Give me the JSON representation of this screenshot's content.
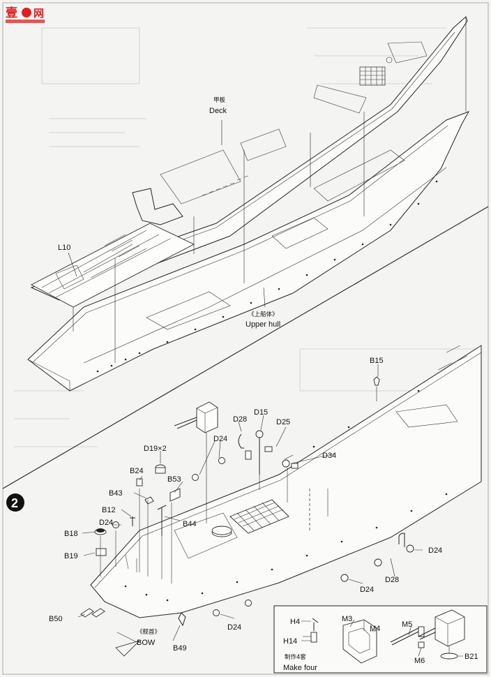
{
  "watermark": {
    "brand": "壹",
    "site": "网"
  },
  "upper": {
    "deck_cn": "甲板",
    "deck_en": "Deck",
    "upper_hull_cn": "《上船体》",
    "upper_hull_en": "Upper hull",
    "part_l10": "L10"
  },
  "step2": {
    "step_number": "2",
    "labels": {
      "b15": "B15",
      "d15": "D15",
      "d28_top": "D28",
      "d25": "D25",
      "d24_top": "D24",
      "d34": "D34",
      "d19": "D19×2",
      "b24": "B24",
      "b53": "B53",
      "b43": "B43",
      "b12": "B12",
      "b44": "B44",
      "d24_left": "D24",
      "b18": "B18",
      "b19": "B19",
      "d24_right": "D24",
      "d28_right": "D28",
      "d24_mid": "D24",
      "b50": "B50",
      "bow_cn": "《舰首》",
      "bow_en": "BOW",
      "b49": "B49",
      "d24_bottom": "D24"
    }
  },
  "inset": {
    "h4": "H4",
    "h14": "H14",
    "m3": "M3",
    "m4": "M4",
    "m5": "M5",
    "m6": "M6",
    "b21": "B21",
    "make_four_cn": "制作4套",
    "make_four_en": "Make four"
  }
}
